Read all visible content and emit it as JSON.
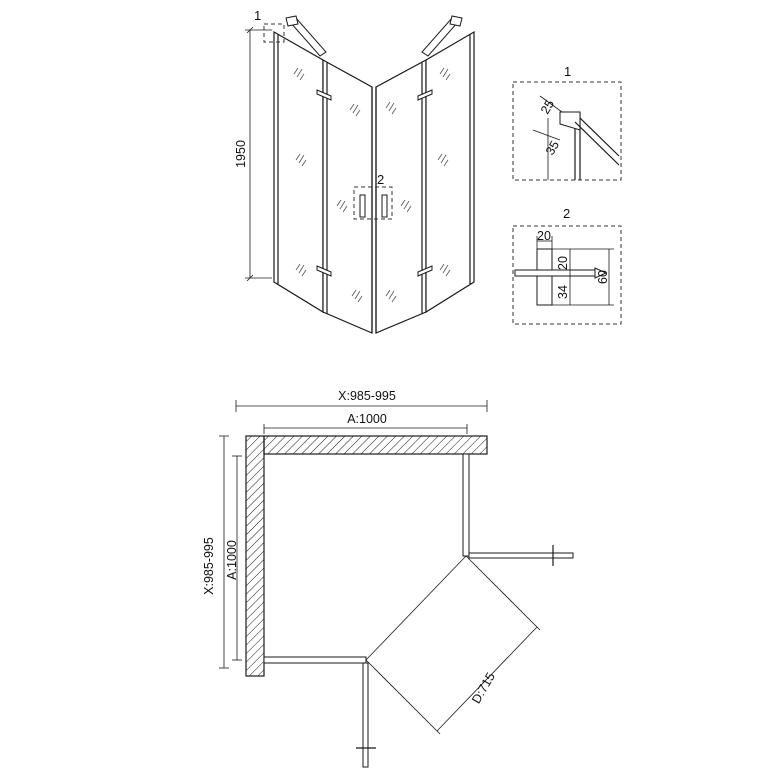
{
  "elevation": {
    "height_label": "1950",
    "callout_1": "1",
    "callout_2": "2"
  },
  "detail_1": {
    "title": "1",
    "dim_top": "25",
    "dim_bottom": "35"
  },
  "detail_2": {
    "title": "2",
    "dim_width": "20",
    "dim_height_inner": "20",
    "dim_height_total": "60",
    "dim_offset": "34"
  },
  "plan": {
    "x_top": "X:985-995",
    "a_top": "A:1000",
    "x_left": "X:985-995",
    "a_left": "A:1000",
    "door_opening": "D:715"
  }
}
